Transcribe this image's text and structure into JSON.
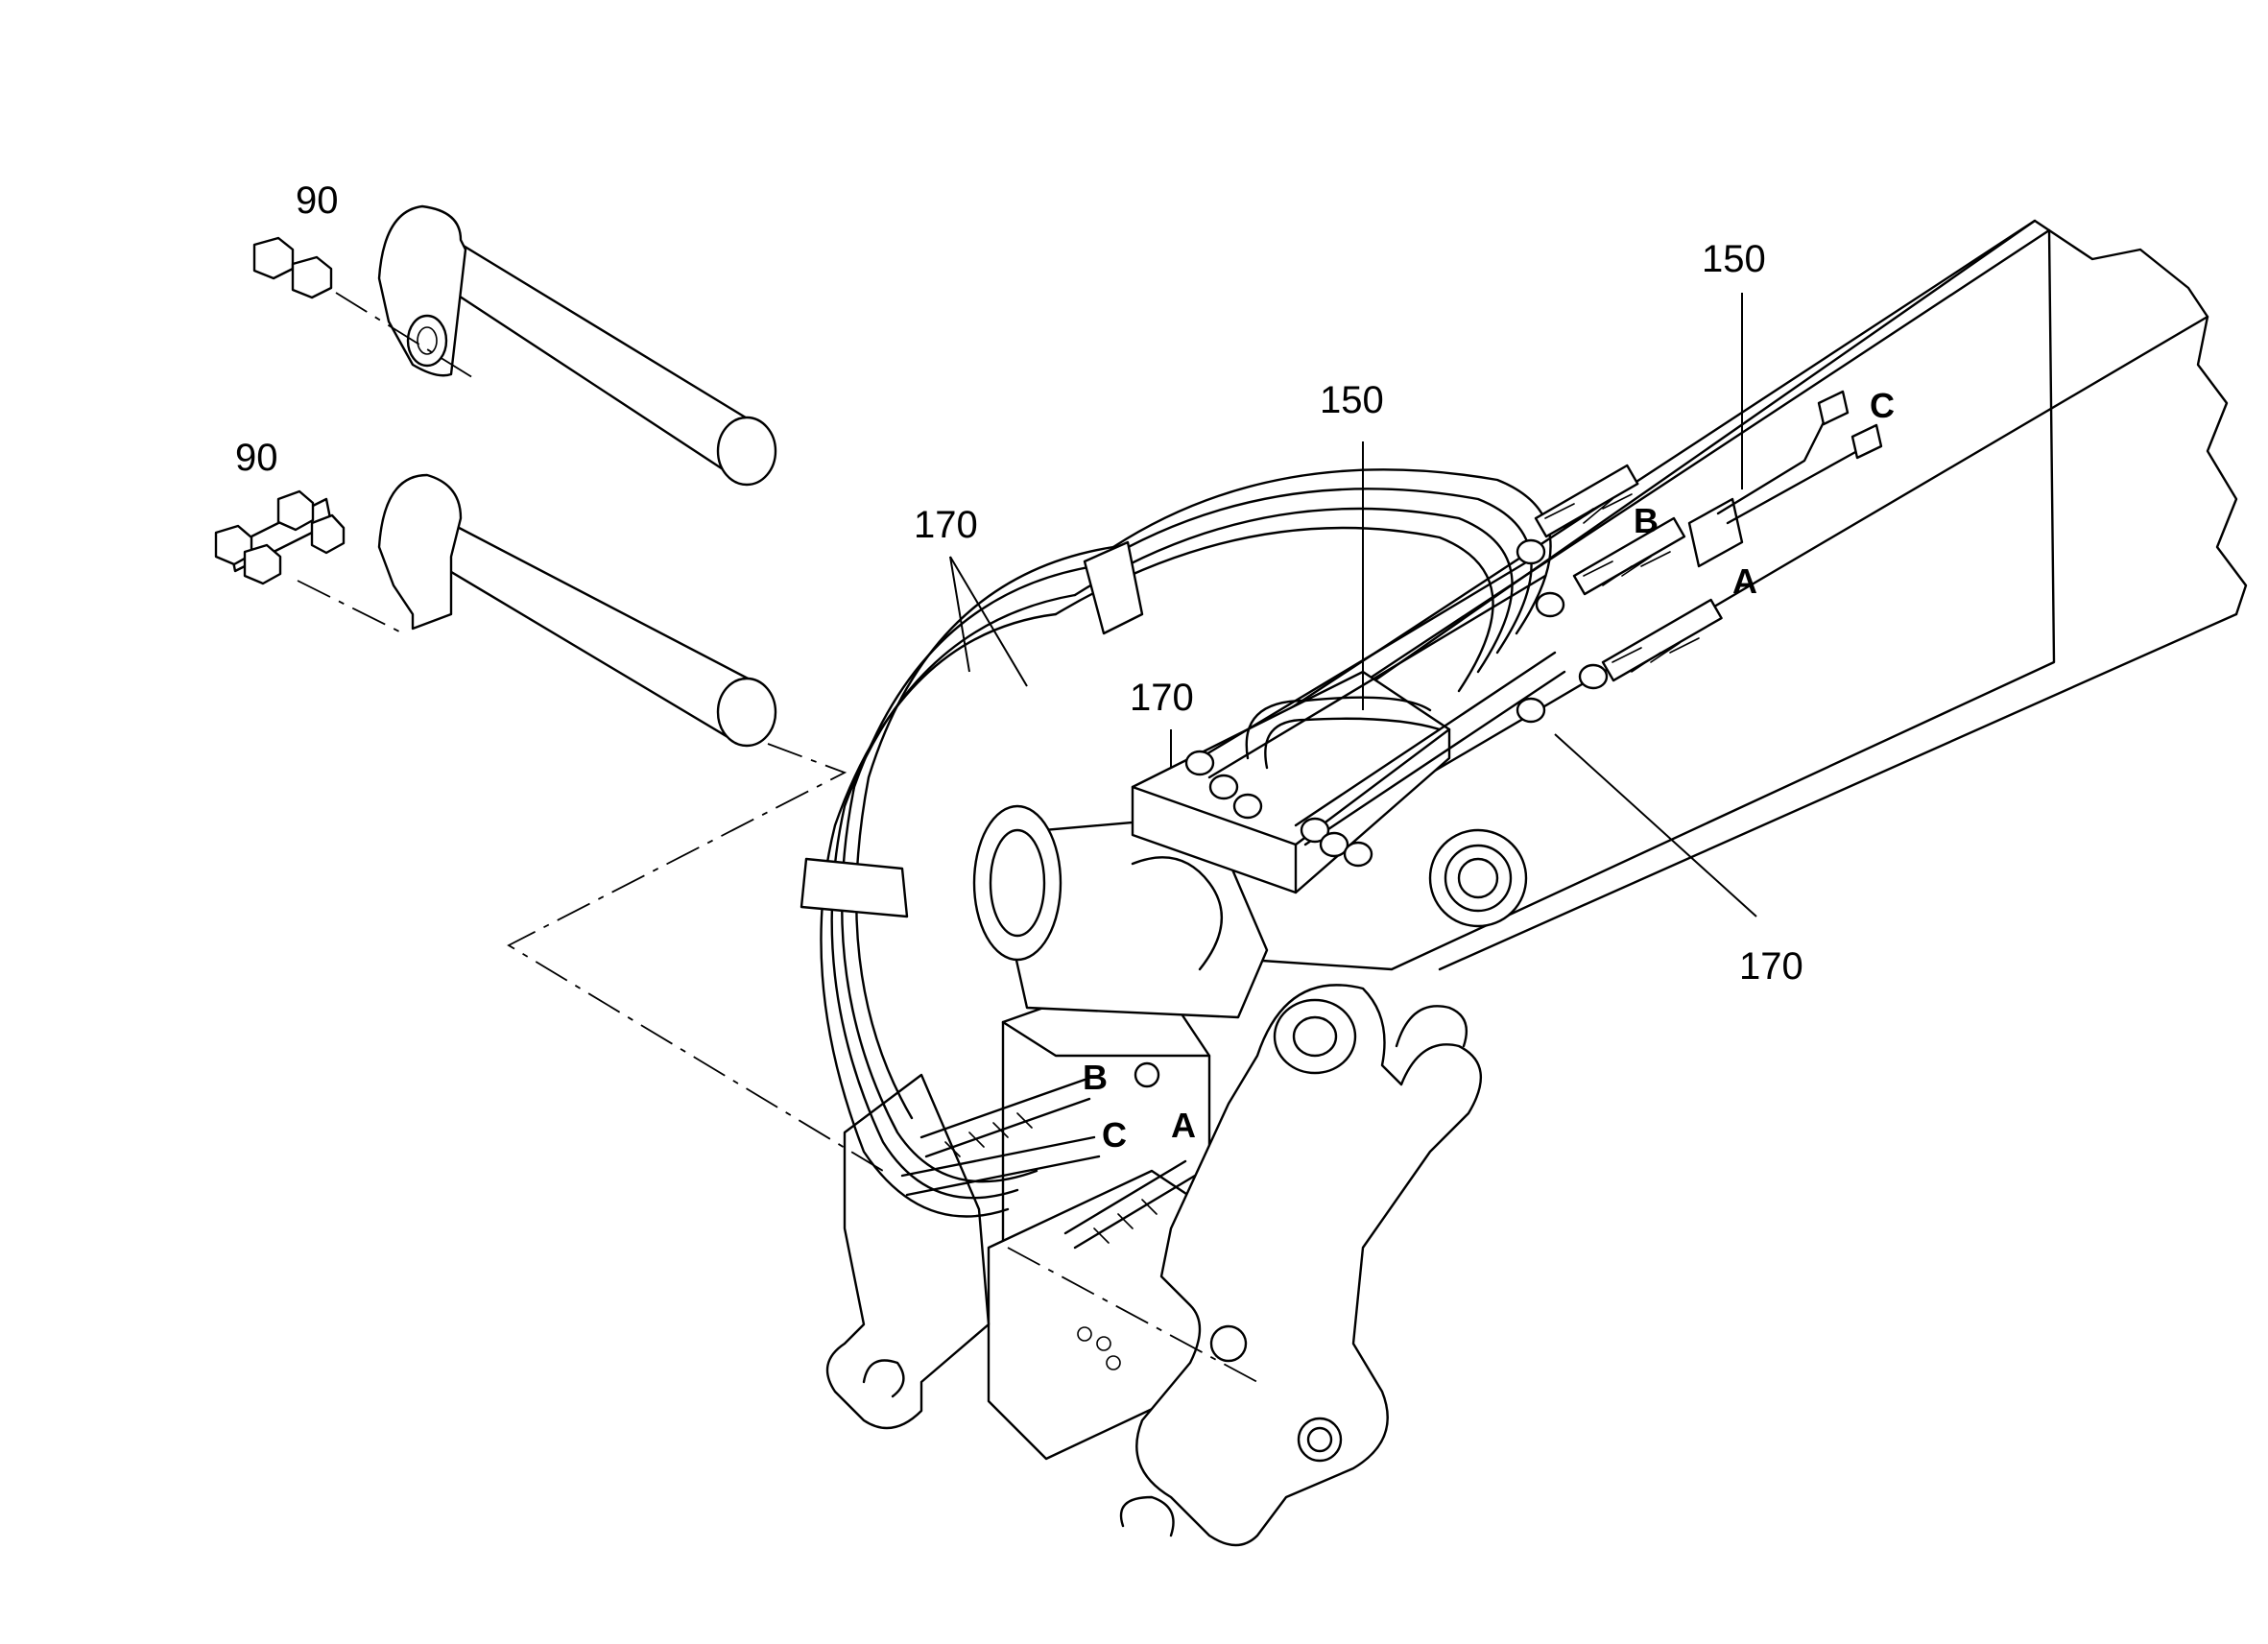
{
  "callouts": {
    "pin_bolt_upper": "90",
    "pin_bolt_lower": "90",
    "hose_loop": "170",
    "hose_block": "170",
    "hose_fitting": "170",
    "hose_center": "150",
    "hose_right": "150"
  },
  "ports": {
    "right_B": "B",
    "right_A": "A",
    "right_C": "C",
    "left_B": "B",
    "left_C": "C",
    "left_A": "A"
  }
}
